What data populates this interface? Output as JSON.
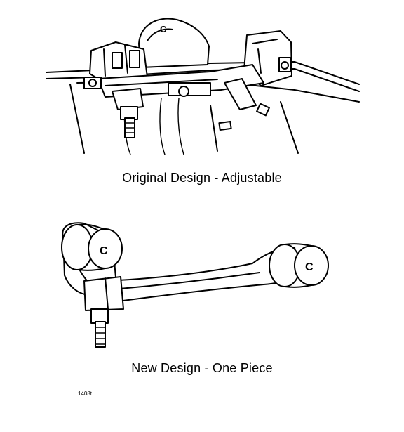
{
  "captions": {
    "original": "Original Design - Adjustable",
    "new": "New Design - One Piece"
  },
  "figure_ref": "1408t",
  "colors": {
    "line": "#000000",
    "background": "#ffffff"
  }
}
